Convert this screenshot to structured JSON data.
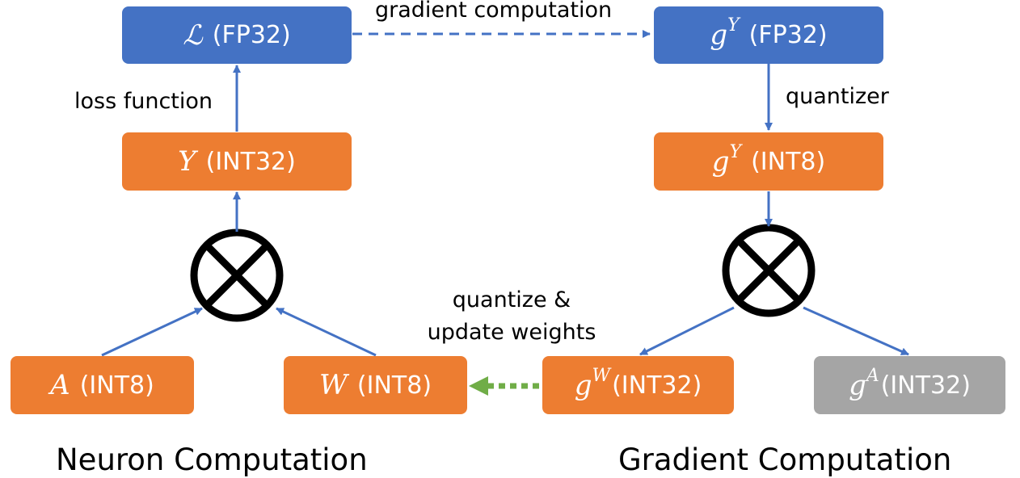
{
  "nodes": {
    "loss": {
      "symbol": "ℒ",
      "type_label": "(FP32)"
    },
    "gy_fp32": {
      "symbol": "g",
      "sup": "Y",
      "type_label": "(FP32)"
    },
    "y": {
      "symbol": "Y",
      "type_label": "(INT32)"
    },
    "gy_int8": {
      "symbol": "g",
      "sup": "Y",
      "type_label": "(INT8)"
    },
    "a": {
      "symbol": "A",
      "type_label": "(INT8)"
    },
    "w": {
      "symbol": "W",
      "type_label": "(INT8)"
    },
    "gw": {
      "symbol": "g",
      "sup": "W",
      "type_label": "(INT32)"
    },
    "ga": {
      "symbol": "g",
      "sup": "A",
      "type_label": "(INT32)"
    }
  },
  "edge_labels": {
    "gradient_computation": "gradient computation",
    "loss_function": "loss function",
    "quantizer": "quantizer",
    "quantize_update_line1": "quantize &",
    "quantize_update_line2": "update weights"
  },
  "captions": {
    "left": "Neuron Computation",
    "right": "Gradient Computation"
  },
  "colors": {
    "fp32_box": "#4472c4",
    "int_box": "#ed7d31",
    "unused_box": "#a5a5a5",
    "arrow": "#4472c4",
    "weight_update_arrow": "#70ad47"
  }
}
